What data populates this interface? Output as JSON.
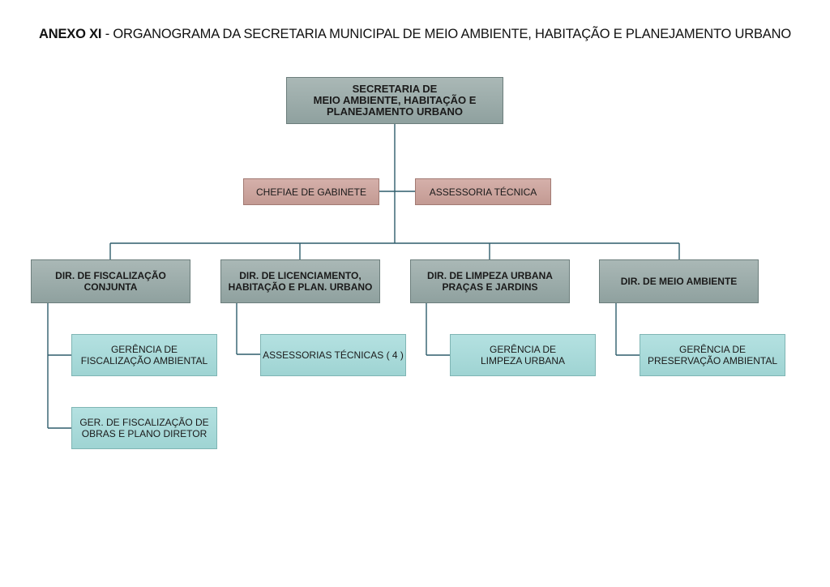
{
  "header": {
    "title_bold": "ANEXO XI",
    "title_rest": " - ORGANOGRAMA DA SECRETARIA MUNICIPAL DE MEIO AMBIENTE, HABITAÇÃO E PLANEJAMENTO URBANO"
  },
  "org": {
    "top": "SECRETARIA DE\nMEIO AMBIENTE, HABITAÇÃO E\nPLANEJAMENTO URBANO",
    "staff": {
      "chefia": "CHEFIAE DE GABINETE",
      "assessoria": "ASSESSORIA TÉCNICA"
    },
    "directorates": [
      {
        "label": "DIR. DE FISCALIZAÇÃO\nCONJUNTA",
        "units": [
          "GERÊNCIA DE\nFISCALIZAÇÃO AMBIENTAL",
          "GER. DE FISCALIZAÇÃO DE\nOBRAS E PLANO DIRETOR"
        ]
      },
      {
        "label": "DIR. DE LICENCIAMENTO,\nHABITAÇÃO E PLAN. URBANO",
        "units": [
          "ASSESSORIAS TÉCNICAS ( 4 )"
        ]
      },
      {
        "label": "DIR. DE LIMPEZA URBANA\nPRAÇAS E JARDINS",
        "units": [
          "GERÊNCIA DE\nLIMPEZA URBANA"
        ]
      },
      {
        "label": "DIR. DE MEIO AMBIENTE",
        "units": [
          "GERÊNCIA DE\nPRESERVAÇÃO AMBIENTAL"
        ]
      }
    ]
  },
  "colors": {
    "connector": "#2f5d6b",
    "top_fill": "#9dadab",
    "staff_fill": "#cba49e",
    "unit_fill": "#a9dbdb"
  }
}
